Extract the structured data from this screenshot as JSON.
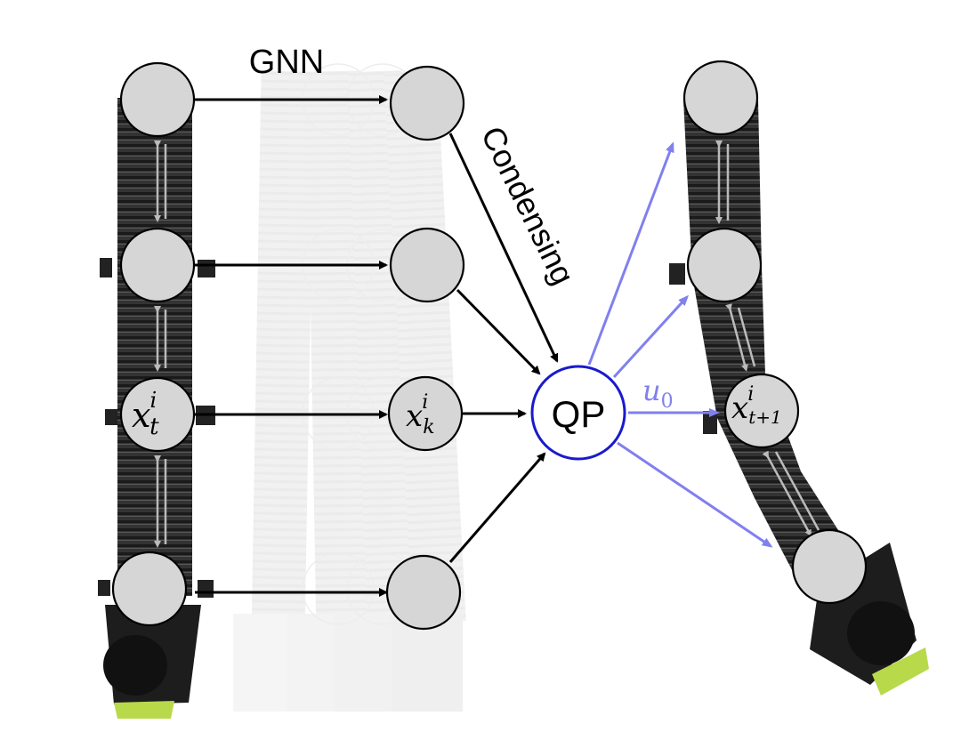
{
  "labels": {
    "gnn": "GNN",
    "condensing": "Condensing",
    "qp": "QP",
    "u0_main": "u",
    "u0_sub": "0"
  },
  "nodes": {
    "left_third_main": "x",
    "left_third_sup": "i",
    "left_third_sub": "t",
    "middle_third_main": "x",
    "middle_third_sup": "i",
    "middle_third_sub": "k",
    "right_third_main": "x",
    "right_third_sup": "i",
    "right_third_sub": "t+1"
  },
  "colors": {
    "node_fill": "#d6d6d6",
    "node_stroke": "#000000",
    "qp_stroke": "#1a1acc",
    "control_arrow": "#8080f0",
    "robot_body": "#2b2b2b",
    "robot_tip": "#b8d94a"
  },
  "icons": {
    "robot": "soft-continuum-robot-arm",
    "ghost": "faded-robot-predictions"
  }
}
